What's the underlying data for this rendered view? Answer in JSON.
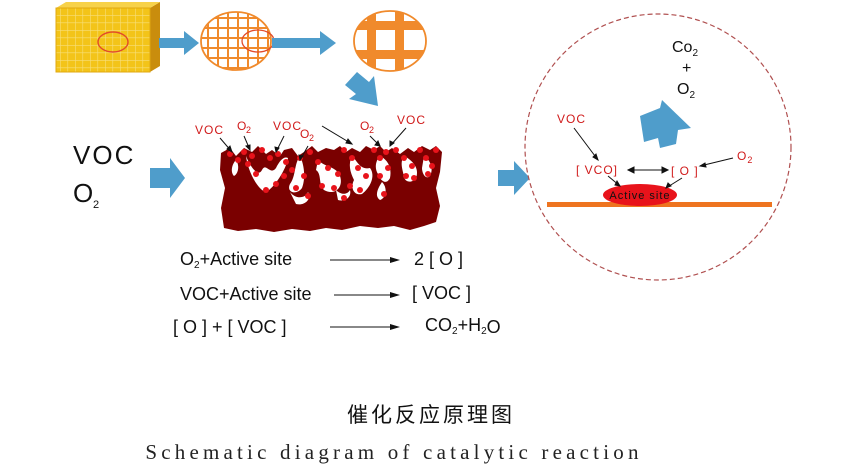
{
  "colors": {
    "honeycomb": "#f3c419",
    "grid": "#f08a2c",
    "arrow": "#4f9dcb",
    "catalyst": "#7a0000",
    "dot": "#e8131b",
    "label_red": "#d01a1a",
    "active_site": "#e8131b",
    "surface": "#ee7420",
    "zoom_circle": "#b05050"
  },
  "reactants": {
    "voc": "VOC",
    "o2_main": "O",
    "o2_sub": "2"
  },
  "surface_labels": [
    {
      "main": "VOC",
      "sub": ""
    },
    {
      "main": "O",
      "sub": "2"
    },
    {
      "main": "VOC",
      "sub": ""
    },
    {
      "main": "O",
      "sub": "2"
    },
    {
      "main": "O",
      "sub": "2"
    },
    {
      "main": "VOC",
      "sub": ""
    }
  ],
  "equations": [
    {
      "left_main": "O",
      "left_sub": "2",
      "left_rest": "+Active site",
      "right_main": "2 [ O ]",
      "right_sub": "",
      "right_rest": ""
    },
    {
      "left_main": "VOC+Active site",
      "left_sub": "",
      "left_rest": "",
      "right_main": "[ VOC ]",
      "right_sub": "",
      "right_rest": ""
    },
    {
      "left_main": "[ O ] + [ VOC ]",
      "left_sub": "",
      "left_rest": "",
      "right_main": "CO",
      "right_sub": "2",
      "right_rest": "+H"
    }
  ],
  "eq3_tail": {
    "sub": "2",
    "rest": "O"
  },
  "zoom": {
    "voc": "VOC",
    "adsorbed_voc": "[ VCO]",
    "adsorbed_o": "[ O ]",
    "o2_main": "O",
    "o2_sub": "2",
    "active_site": "Active site",
    "products": {
      "co2_main": "Co",
      "co2_sub": "2",
      "plus": "+",
      "o2_main": "O",
      "o2_sub": "2"
    }
  },
  "caption": {
    "chinese": "催化反应原理图",
    "english": "Schematic diagram of catalytic reaction"
  }
}
